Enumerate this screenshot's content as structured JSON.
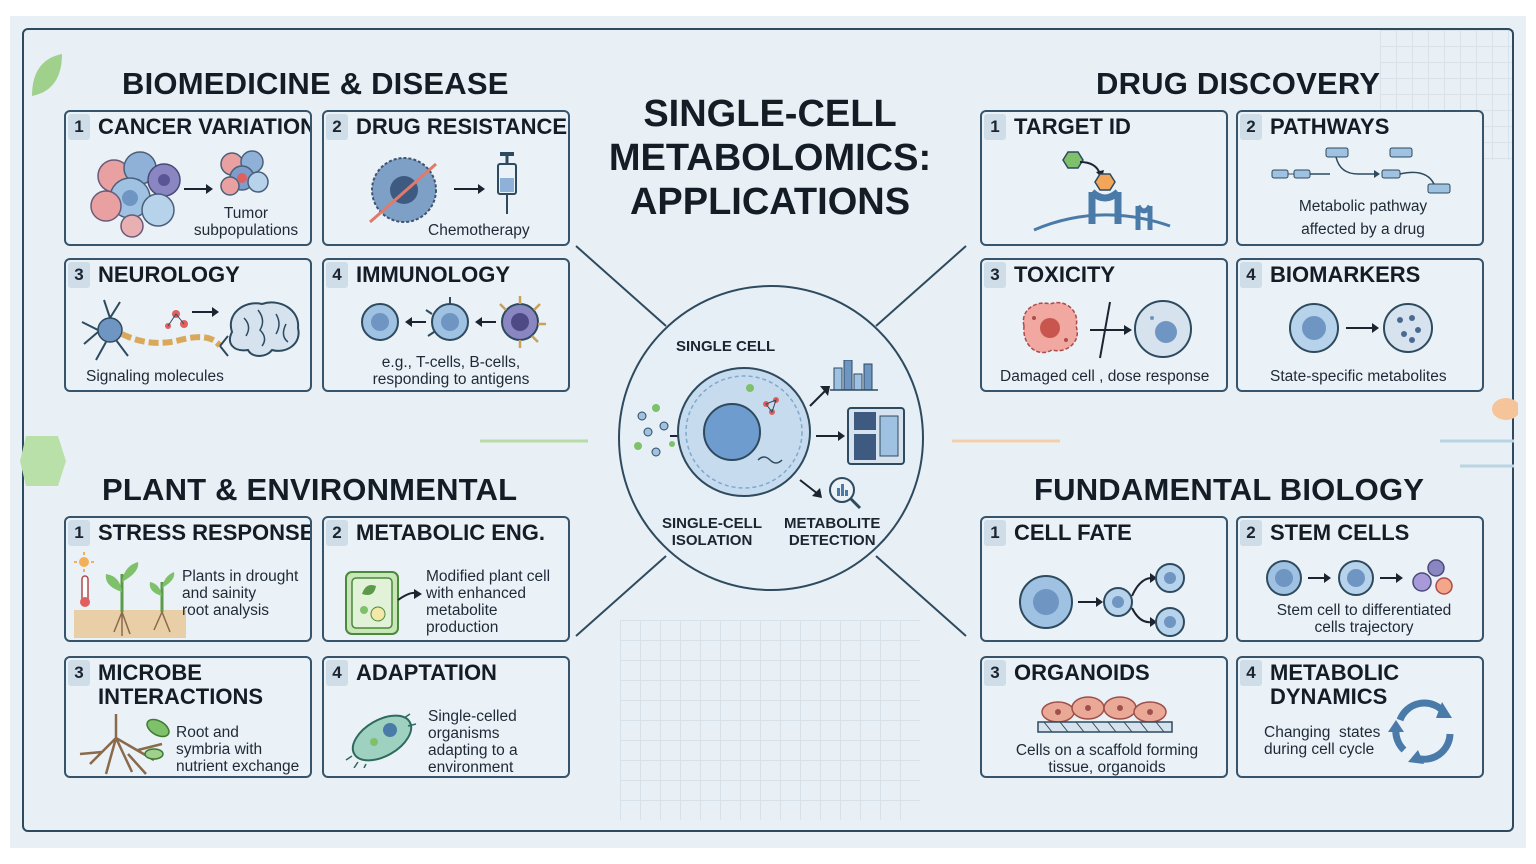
{
  "title": [
    "SINGLE-CELL",
    "METABOLOMICS:",
    "APPLICATIONS"
  ],
  "sections": {
    "biomedicine": "BIOMEDICINE & DISEASE",
    "drug_discovery": "DRUG DISCOVERY",
    "plant": "PLANT & ENVIRONMENTAL",
    "fundamental": "FUNDAMENTAL BIOLOGY"
  },
  "center": {
    "single_cell": "SINGLE CELL",
    "isolation": [
      "SINGLE-CELL",
      "ISOLATION"
    ],
    "detection": [
      "METABOLITE",
      "DETECTION"
    ]
  },
  "cards": {
    "cancer": {
      "num": "1",
      "title": "CANCER VARIATION",
      "caption": [
        "Tumor",
        "subpopulations"
      ]
    },
    "drug_resistance": {
      "num": "2",
      "title": "DRUG RESISTANCE",
      "caption": [
        "Chemotherapy"
      ]
    },
    "neurology": {
      "num": "3",
      "title": "NEUROLOGY",
      "caption": [
        "Signaling molecules"
      ]
    },
    "immunology": {
      "num": "4",
      "title": "IMMUNOLOGY",
      "caption": [
        "e.g., T-cells, B-cells,",
        "responding to antigens"
      ]
    },
    "target_id": {
      "num": "1",
      "title": "TARGET ID",
      "caption": []
    },
    "pathways": {
      "num": "2",
      "title": "PATHWAYS",
      "caption": [
        "Metabolic pathway",
        "affected by a drug"
      ]
    },
    "toxicity": {
      "num": "3",
      "title": "TOXICITY",
      "caption": [
        "Damaged cell , dose response"
      ]
    },
    "biomarkers": {
      "num": "4",
      "title": "BIOMARKERS",
      "caption": [
        "State-specific metabolites"
      ]
    },
    "stress": {
      "num": "1",
      "title": "STRESS RESPONSE",
      "caption": [
        "Plants in drought",
        "and sainity",
        "root analysis"
      ]
    },
    "metabolic_eng": {
      "num": "2",
      "title": "METABOLIC ENG.",
      "caption": [
        "Modified plant cell",
        "with enhanced",
        "metabolite",
        "production"
      ]
    },
    "microbe": {
      "num": "3",
      "title": [
        "MICROBE",
        "INTERACTIONS"
      ],
      "caption": [
        "Root and",
        "symbria with",
        "nutrient exchange"
      ]
    },
    "adaptation": {
      "num": "4",
      "title": "ADAPTATION",
      "caption": [
        "Single-celled",
        "organisms",
        "adapting to a",
        "environment"
      ]
    },
    "cell_fate": {
      "num": "1",
      "title": "CELL FATE",
      "caption": []
    },
    "stem_cells": {
      "num": "2",
      "title": "STEM CELLS",
      "caption": [
        "Stem cell to differentiated",
        "cells trajectory"
      ]
    },
    "organoids": {
      "num": "3",
      "title": "ORGANOIDS",
      "caption": [
        "Cells on a scaffold forming",
        "tissue, organoids"
      ]
    },
    "metabolic_dynamics": {
      "num": "4",
      "title": [
        "METABOLIC",
        "DYNAMICS"
      ],
      "caption": [
        "Changing  states",
        "during cell cycle"
      ]
    }
  },
  "colors": {
    "background": "#e8f0f6",
    "frame": "#2e4a5e",
    "cell_blue": "#7fa9d1",
    "cancer_pink": "#e8a0a0",
    "accent_green": "#8cc97a",
    "accent_orange": "#f2b07a"
  },
  "icons": [
    "cell-cluster-icon",
    "syringe-icon",
    "neuron-icon",
    "brain-icon",
    "immune-cell-icon",
    "receptor-icon",
    "pathway-icon",
    "damaged-cell-icon",
    "biomarker-cell-icon",
    "plant-icon",
    "thermometer-icon",
    "plant-cell-icon",
    "roots-icon",
    "microbe-icon",
    "differentiation-icon",
    "organoid-icon",
    "cycle-arrows-icon",
    "bar-chart-icon",
    "mass-spec-icon",
    "magnifier-icon"
  ]
}
